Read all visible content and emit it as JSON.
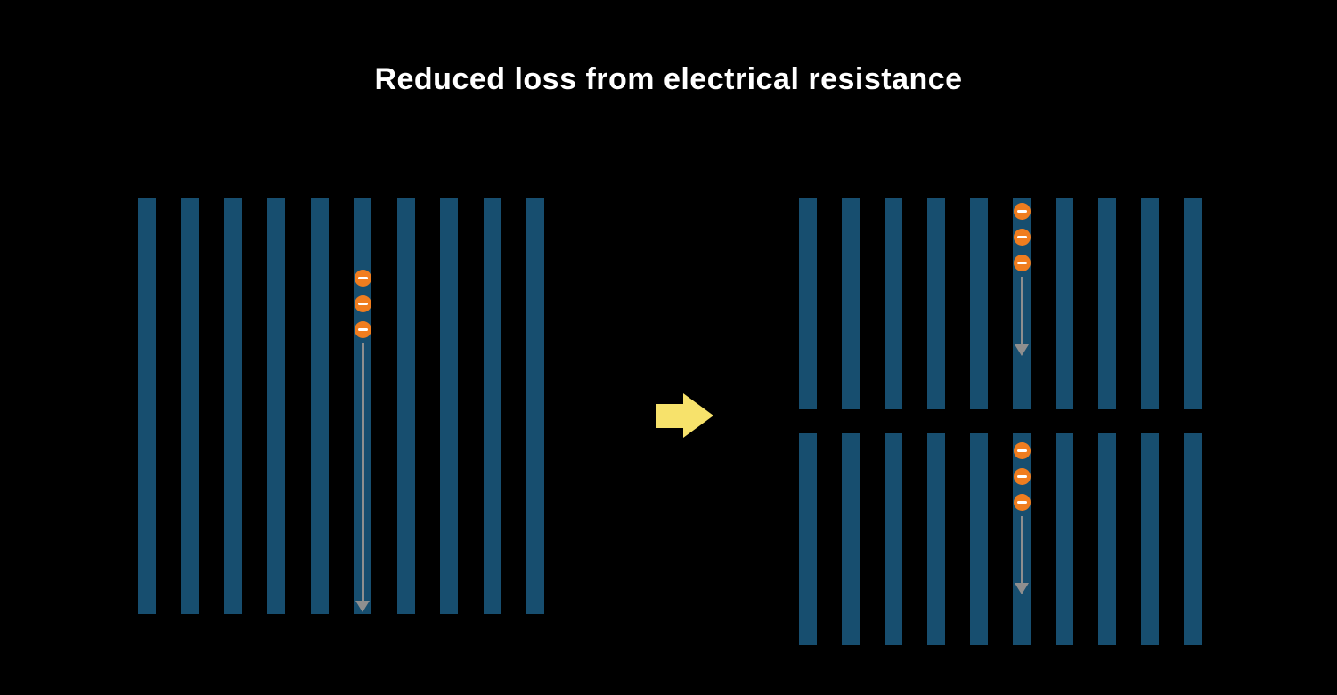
{
  "title": "Reduced loss from electrical resistance",
  "colors": {
    "background": "#000000",
    "title_text": "#ffffff",
    "bar": "#174e6f",
    "electron": "#f07d1f",
    "electron_symbol": "#ffffff",
    "flow_arrow": "#8f8f8f",
    "transition_arrow": "#f7e26b"
  },
  "full_cell": {
    "bar_count": 10,
    "electron_count": 3
  },
  "half_cell_top": {
    "bar_count": 10,
    "electron_count": 3
  },
  "half_cell_bottom": {
    "bar_count": 10,
    "electron_count": 3
  }
}
